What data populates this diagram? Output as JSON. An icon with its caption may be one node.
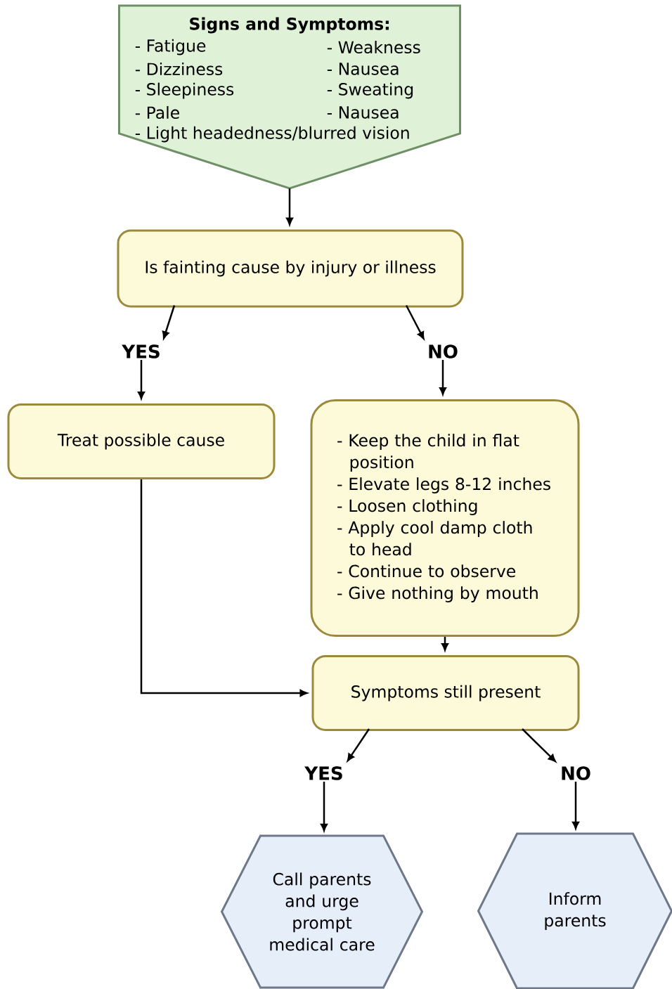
{
  "diagram": {
    "nodes": [
      {
        "text": [
          "Signs and Symptoms:",
          "- Fatigue",
          "- Weakness",
          "- Dizziness",
          "- Nausea",
          "- Sleepiness",
          "- Sweating",
          "- Pale",
          "- Nausea",
          "- Light headedness/blurred vision"
        ]
      },
      {
        "text": [
          "Is fainting cause by injury or illness"
        ]
      },
      {
        "text": [
          "YES"
        ]
      },
      {
        "text": [
          "NO"
        ]
      },
      {
        "text": [
          "Treat possible cause"
        ]
      },
      {
        "text": [
          "- Keep the child in flat position",
          "- Elevate legs 8-12 inches",
          "- Loosen clothing",
          "- Apply cool damp cloth to head",
          "- Continue to observe",
          "- Give nothing by mouth"
        ]
      },
      {
        "text": [
          "Symptoms still present"
        ]
      },
      {
        "text": [
          "YES"
        ]
      },
      {
        "text": [
          "NO"
        ]
      },
      {
        "text": [
          "Call parents and urge prompt medical care"
        ]
      },
      {
        "text": [
          "Inform parents"
        ]
      }
    ],
    "edges": [
      {
        "from": 0,
        "to": 1,
        "arrow": "to"
      },
      {
        "from": 1,
        "to": 2,
        "arrow": "to"
      },
      {
        "from": 1,
        "to": 3,
        "arrow": "to"
      },
      {
        "from": 2,
        "to": 4,
        "arrow": "to"
      },
      {
        "from": 3,
        "to": 5,
        "arrow": "to"
      },
      {
        "from": 4,
        "to": 6,
        "arrow": "to"
      },
      {
        "from": 5,
        "to": 6,
        "arrow": "to"
      },
      {
        "from": 6,
        "to": 7,
        "arrow": "to"
      },
      {
        "from": 6,
        "to": 8,
        "arrow": "to"
      },
      {
        "from": 7,
        "to": 9,
        "arrow": "to"
      },
      {
        "from": 8,
        "to": 10,
        "arrow": "to"
      }
    ]
  }
}
